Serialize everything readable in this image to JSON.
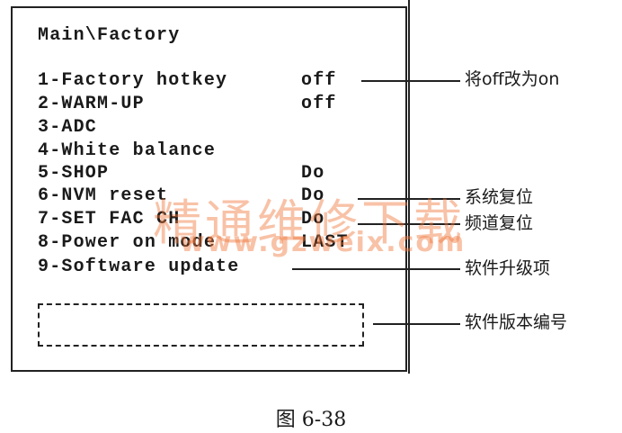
{
  "menu": {
    "title": "Main\\Factory",
    "items": [
      {
        "label": "1-Factory hotkey",
        "value": "off"
      },
      {
        "label": "2-WARM-UP",
        "value": "off"
      },
      {
        "label": "3-ADC",
        "value": ""
      },
      {
        "label": "4-White balance",
        "value": ""
      },
      {
        "label": "5-SHOP",
        "value": "Do"
      },
      {
        "label": "6-NVM reset",
        "value": "Do"
      },
      {
        "label": "7-SET FAC CH",
        "value": "Do"
      },
      {
        "label": "8-Power on mode",
        "value": "LAST"
      },
      {
        "label": "9-Software update",
        "value": ""
      }
    ]
  },
  "annotations": {
    "factory_hotkey": "将off改为on",
    "nvm_reset": "系统复位",
    "set_fac_ch": "频道复位",
    "software_update": "软件升级项",
    "version": "软件版本编号"
  },
  "watermark": {
    "line1": "精通维修下载",
    "line2": "www.gzweix.com"
  },
  "caption": "图 6-38"
}
